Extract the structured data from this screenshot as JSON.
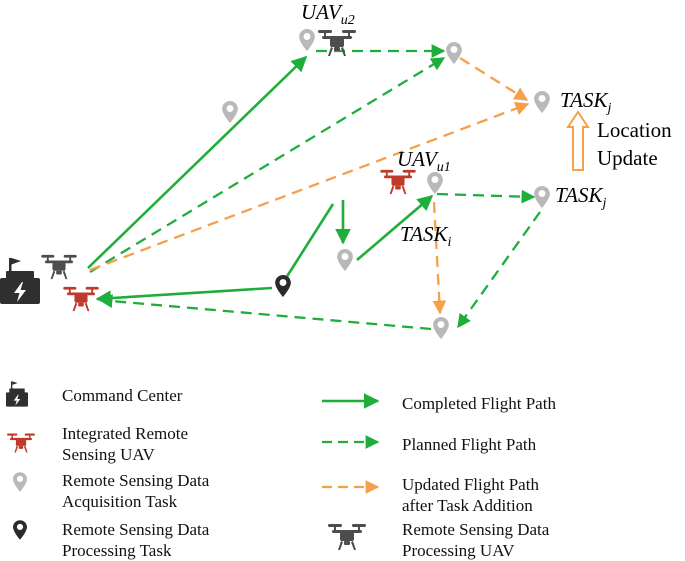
{
  "diagram": {
    "labels": {
      "uav_u2": {
        "main": "UAV",
        "sub": "u2"
      },
      "uav_u1": {
        "main": "UAV",
        "sub": "u1"
      },
      "task_j_top": {
        "main": "TASK",
        "sub": "j"
      },
      "task_j_mid": {
        "main": "TASK",
        "sub": "j"
      },
      "task_i": {
        "main": "TASK",
        "sub": "i"
      },
      "location_update": {
        "line1": "Location",
        "line2": "Update"
      }
    },
    "colors": {
      "completed": "#1fae3b",
      "planned": "#1fae3b",
      "updated": "#f5a04a",
      "acquisition_pin": "#b9b9b9",
      "processing_pin": "#2b2b2b",
      "integrated_uav": "#c0392b",
      "processing_uav": "#4d4d4d",
      "command_center": "#2f2f2f"
    }
  },
  "legend": {
    "left": [
      {
        "icon": "command-center-icon",
        "lines": [
          "Command Center"
        ]
      },
      {
        "icon": "integrated-uav-icon",
        "lines": [
          "Integrated   Remote",
          "Sensing UAV"
        ]
      },
      {
        "icon": "acquisition-pin-icon",
        "lines": [
          "Remote Sensing Data",
          "Acquisition Task"
        ]
      },
      {
        "icon": "processing-pin-icon",
        "lines": [
          "Remote Sensing Data",
          "Processing Task"
        ]
      }
    ],
    "right": [
      {
        "icon": "completed-path-icon",
        "lines": [
          "Completed Flight Path"
        ]
      },
      {
        "icon": "planned-path-icon",
        "lines": [
          "Planned Flight Path"
        ]
      },
      {
        "icon": "updated-path-icon",
        "lines": [
          "Updated   Flight   Path",
          "after Task Addition"
        ]
      },
      {
        "icon": "processing-uav-icon",
        "lines": [
          "Remote Sensing Data",
          "Processing UAV"
        ]
      }
    ]
  }
}
